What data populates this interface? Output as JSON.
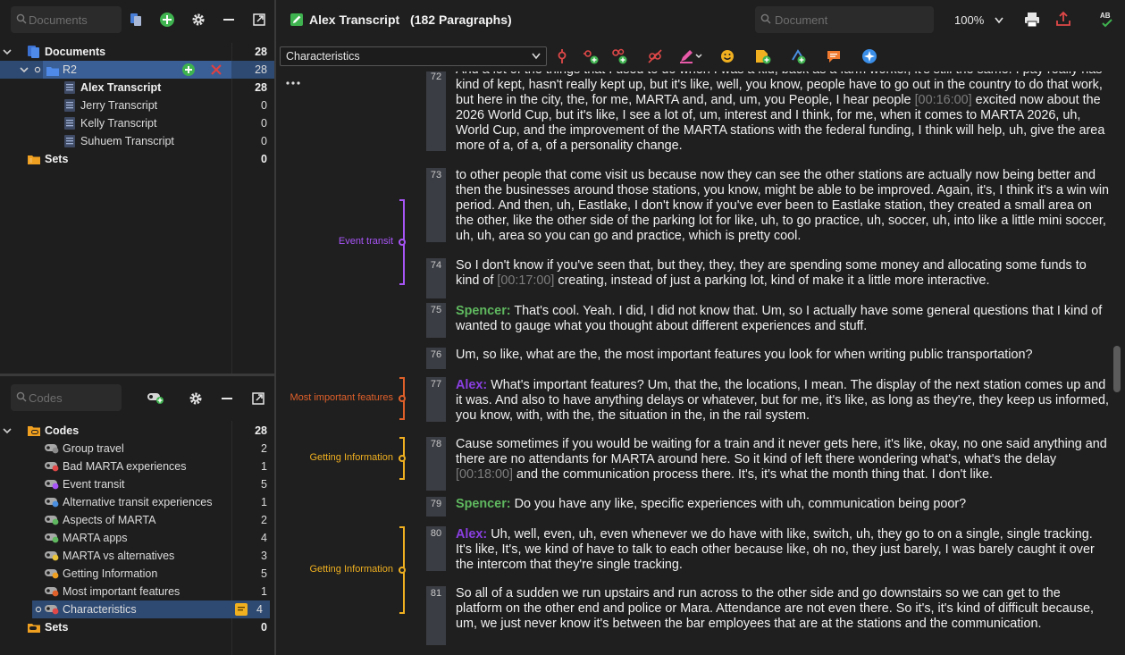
{
  "documents_pane": {
    "search_placeholder": "Documents",
    "root": {
      "label": "Documents",
      "count": "28"
    },
    "group": {
      "label": "R2",
      "count": "28"
    },
    "items": [
      {
        "label": "Alex Transcript",
        "count": "28"
      },
      {
        "label": "Jerry Transcript",
        "count": "0"
      },
      {
        "label": "Kelly Transcript",
        "count": "0"
      },
      {
        "label": "Suhuem Transcript",
        "count": "0"
      }
    ],
    "sets": {
      "label": "Sets",
      "count": "0"
    }
  },
  "codes_pane": {
    "search_placeholder": "Codes",
    "root": {
      "label": "Codes",
      "count": "28"
    },
    "items": [
      {
        "label": "Group travel",
        "count": "2",
        "color": "#8a8a8a"
      },
      {
        "label": "Bad MARTA experiences",
        "count": "1",
        "color": "#e04848"
      },
      {
        "label": "Event transit",
        "count": "5",
        "color": "#a855f7"
      },
      {
        "label": "Alternative transit experiences",
        "count": "1",
        "color": "#4a8fe0"
      },
      {
        "label": "Aspects of MARTA",
        "count": "2",
        "color": "#5fb85f"
      },
      {
        "label": "MARTA apps",
        "count": "4",
        "color": "#5fb85f"
      },
      {
        "label": "MARTA vs alternatives",
        "count": "3",
        "color": "#e8c23a"
      },
      {
        "label": "Getting Information",
        "count": "5",
        "color": "#f0a020"
      },
      {
        "label": "Most important features",
        "count": "1",
        "color": "#e0602a"
      },
      {
        "label": "Characteristics",
        "count": "4",
        "color": "#e04848"
      }
    ],
    "sets": {
      "label": "Sets",
      "count": "0"
    }
  },
  "document": {
    "title": "Alex Transcript",
    "paragraph_count": "(182 Paragraphs)",
    "search_placeholder": "Document",
    "zoom": "100%",
    "code_selector": "Characteristics"
  },
  "paragraphs": [
    {
      "num": "72",
      "segments": [
        {
          "t": "And a lot of the things that I used to do when I was a kid, back as a farm worker, it's still the same. I pay really has kind of kept, hasn't really kept up, but it's like, well, you know, people have to go out in the country to do that work, but here in the city, the, for me, MARTA and, and, um, you People, I hear people "
        },
        {
          "t": "[00:16:00]",
          "c": "ts"
        },
        {
          "t": " excited now about the 2026 World Cup, but it's like, I see a lot of, um, interest and I think, for me, when it comes to MARTA 2026, uh, World Cup, and the improvement of the MARTA stations with the federal funding, I think will help, uh, give the area more of a, of a, of a personality change."
        }
      ]
    },
    {
      "num": "73",
      "segments": [
        {
          "t": "to other people that come visit us because now they can see the other stations are actually now being better and then the businesses around those stations, you know, might be able to be improved. Again, it's, I think it's a win win period. And then, uh, Eastlake, I don't know if you've ever been to Eastlake station, they created a small area on the other, like the other side of the parking lot for like, uh, to go practice, uh, soccer, uh, into like a little mini soccer, uh, uh, area so you can go and practice, which is pretty cool."
        }
      ]
    },
    {
      "num": "74",
      "segments": [
        {
          "t": "So I don't know if you've seen that, but they, they, they are spending some money and allocating some funds to kind of "
        },
        {
          "t": "[00:17:00]",
          "c": "ts"
        },
        {
          "t": " creating, instead of just a parking lot, kind of make it a little more interactive."
        }
      ]
    },
    {
      "num": "75",
      "segments": [
        {
          "t": "Spencer:",
          "c": "spencer"
        },
        {
          "t": " That's cool. Yeah. I did, I did not know that. Um, so I actually have some general questions that I kind of wanted to gauge what you thought about different experiences and stuff."
        }
      ]
    },
    {
      "num": "76",
      "segments": [
        {
          "t": "Um, so like, what are the, the most important features you look for when writing public transportation?"
        }
      ]
    },
    {
      "num": "77",
      "segments": [
        {
          "t": "Alex:",
          "c": "alex"
        },
        {
          "t": " What's important features? Um, that the, the locations, I mean. The display of the next station comes up and it was. And also to have anything delays or whatever, but for me, it's like, as long as they're, they keep us informed, you know, with, with the, the situation in the, in the rail system."
        }
      ]
    },
    {
      "num": "78",
      "segments": [
        {
          "t": "Cause sometimes if you would be waiting for a train and it never gets here, it's like, okay, no one said anything and there are no attendants for MARTA around here. So it kind of left there wondering what's, what's the delay "
        },
        {
          "t": "[00:18:00]",
          "c": "ts"
        },
        {
          "t": " and the communication process there. It's, it's what the month thing that. I don't like."
        }
      ]
    },
    {
      "num": "79",
      "segments": [
        {
          "t": "Spencer:",
          "c": "spencer"
        },
        {
          "t": " Do you have any like, specific experiences with uh, communication being poor?"
        }
      ]
    },
    {
      "num": "80",
      "segments": [
        {
          "t": "Alex:",
          "c": "alex"
        },
        {
          "t": " Uh, well, even, uh, even whenever we do have with like, switch, uh, they go to on a single, single tracking. It's like, It's, we kind of have to talk to each other because like, oh no, they just barely, I was barely caught it over the intercom that they're single tracking."
        }
      ]
    },
    {
      "num": "81",
      "segments": [
        {
          "t": "So all of a sudden we run upstairs and run across to the other side and go downstairs so we can get to the platform on the other end and police or Mara. Attendance are not even there. So it's, it's kind of difficult because, um, we just never know it's between the bar employees that are at the stations and the communication."
        }
      ]
    }
  ],
  "code_brackets": [
    {
      "label": "Event transit",
      "color": "#a855f7"
    },
    {
      "label": "Most important features",
      "color": "#e0602a"
    },
    {
      "label": "Getting Information",
      "color": "#f0b020"
    },
    {
      "label": "Getting Information",
      "color": "#f0b020"
    }
  ]
}
